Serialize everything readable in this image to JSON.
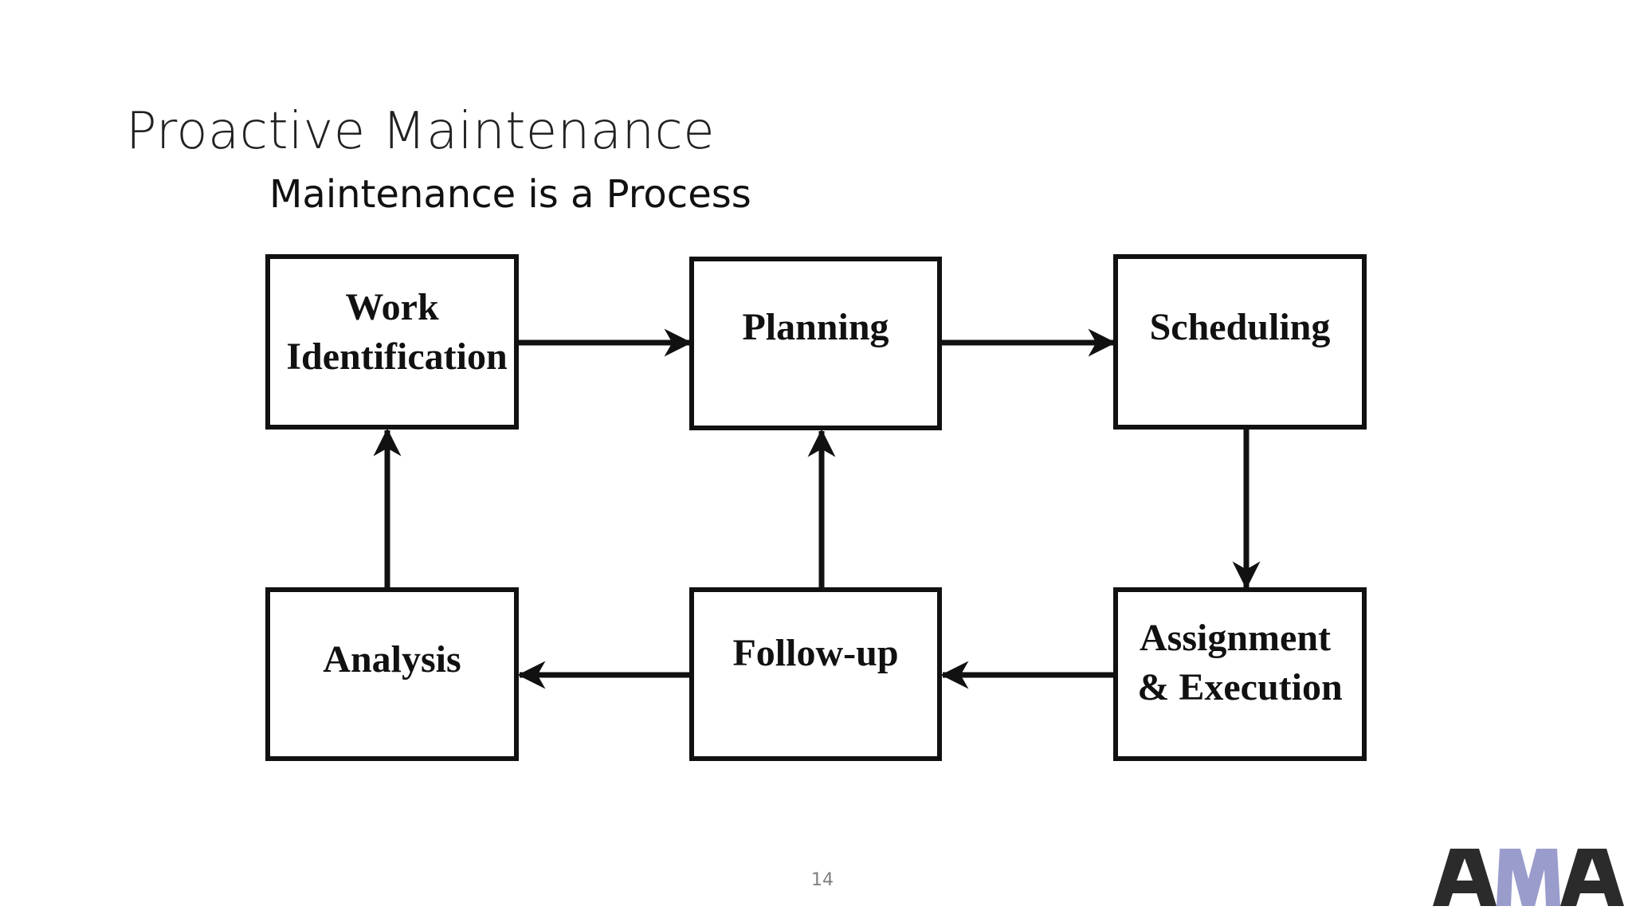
{
  "slide": {
    "title": "Proactive Maintenance",
    "subtitle": "Maintenance is a Process",
    "page_number": "14"
  },
  "diagram": {
    "nodes": [
      {
        "id": "work-identification",
        "lines": [
          "Work",
          "Identification"
        ]
      },
      {
        "id": "planning",
        "lines": [
          "Planning"
        ]
      },
      {
        "id": "scheduling",
        "lines": [
          "Scheduling"
        ]
      },
      {
        "id": "assignment-execution",
        "lines": [
          "Assignment",
          "& Execution"
        ]
      },
      {
        "id": "follow-up",
        "lines": [
          "Follow-up"
        ]
      },
      {
        "id": "analysis",
        "lines": [
          "Analysis"
        ]
      }
    ],
    "edges": [
      {
        "from": "work-identification",
        "to": "planning"
      },
      {
        "from": "planning",
        "to": "scheduling"
      },
      {
        "from": "scheduling",
        "to": "assignment-execution"
      },
      {
        "from": "assignment-execution",
        "to": "follow-up"
      },
      {
        "from": "follow-up",
        "to": "analysis"
      },
      {
        "from": "analysis",
        "to": "work-identification"
      },
      {
        "from": "follow-up",
        "to": "planning"
      }
    ]
  },
  "logo": {
    "text": "AMA",
    "colors": {
      "dark": "#2b2b2b",
      "accent": "#9a9ccc"
    }
  }
}
